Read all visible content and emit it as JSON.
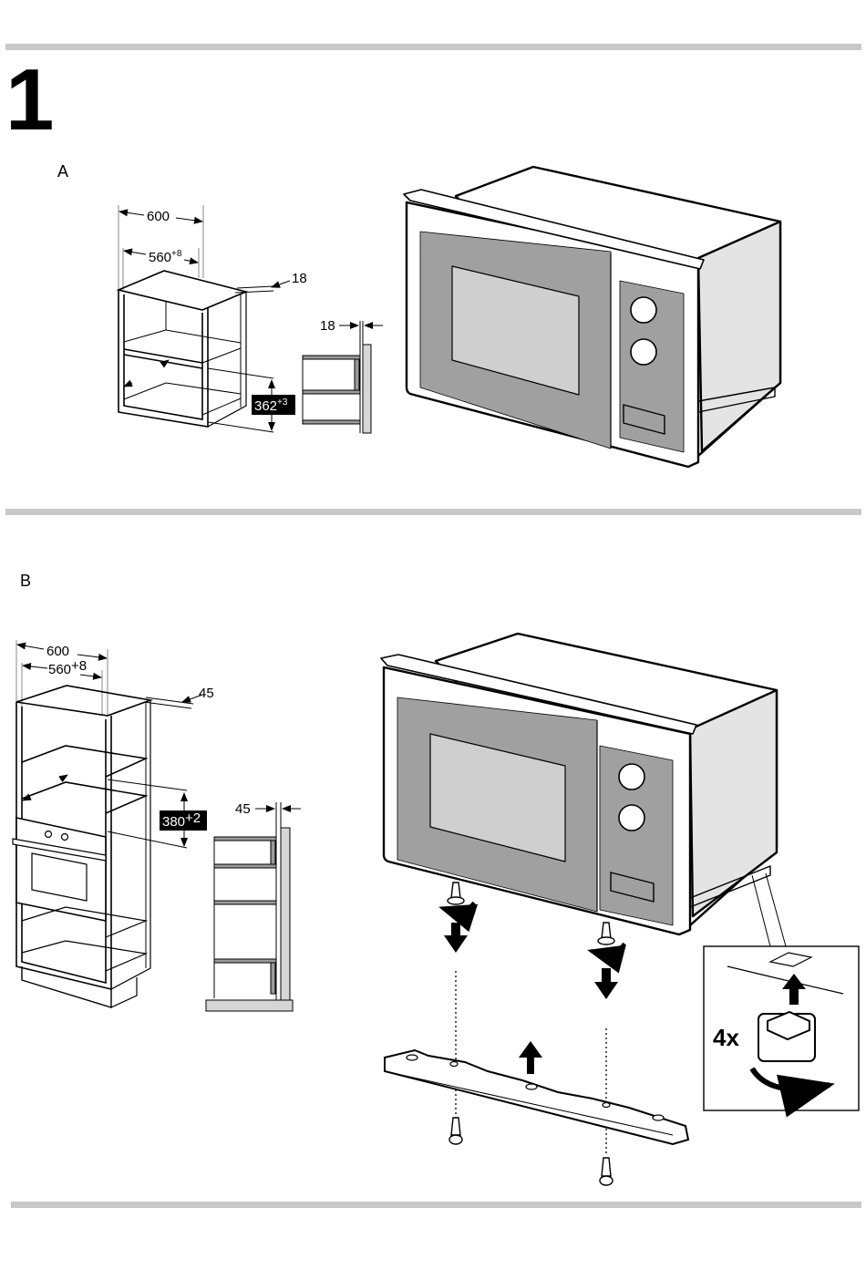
{
  "page": {
    "step_number": "1",
    "sections": [
      {
        "label": "A",
        "cabinet_dimensions": {
          "outer_width": "600",
          "inner_width": "560",
          "inner_width_tolerance": "+8",
          "panel_thickness": "18",
          "niche_height": "362",
          "niche_height_tolerance": "+3",
          "side_view_gap": "18"
        }
      },
      {
        "label": "B",
        "cabinet_dimensions": {
          "outer_width": "600",
          "inner_width": "560",
          "inner_width_tolerance": "+8",
          "panel_thickness": "45",
          "niche_height": "380",
          "niche_height_tolerance": "+2",
          "side_view_gap": "45"
        },
        "detail": {
          "quantity_label": "4x"
        }
      }
    ],
    "colors": {
      "rule": "#c8c8c8",
      "door_panel": "#a0a0a0",
      "window": "#cfcfcf",
      "side": "#e4e4e4",
      "badge": "#000000"
    }
  }
}
